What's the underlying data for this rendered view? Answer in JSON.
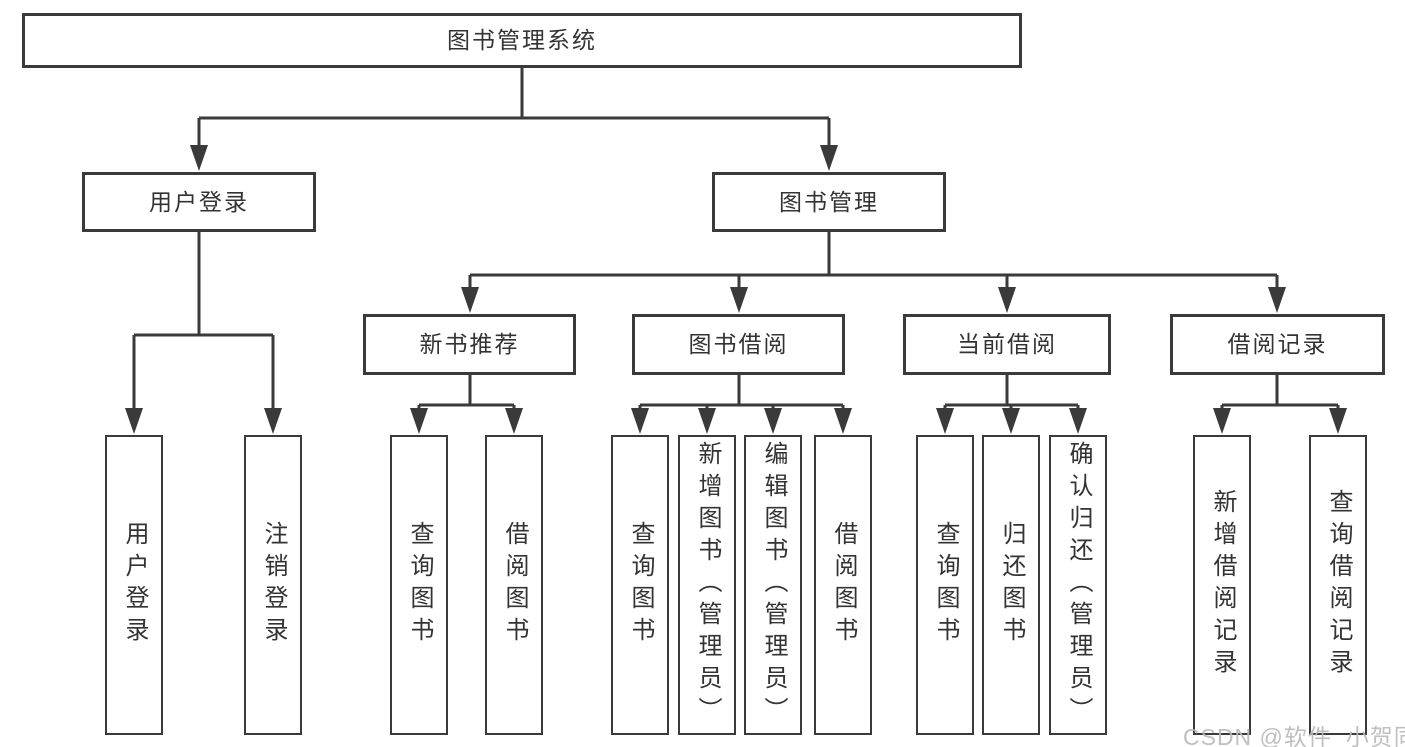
{
  "tree": {
    "label": "图书管理系统",
    "children": [
      {
        "label": "用户登录",
        "children": [
          {
            "label": "用户登录"
          },
          {
            "label": "注销登录"
          }
        ]
      },
      {
        "label": "图书管理",
        "children": [
          {
            "label": "新书推荐",
            "children": [
              {
                "label": "查询图书"
              },
              {
                "label": "借阅图书"
              }
            ]
          },
          {
            "label": "图书借阅",
            "children": [
              {
                "label": "查询图书"
              },
              {
                "label": "新增图书（管理员）"
              },
              {
                "label": "编辑图书（管理员）"
              },
              {
                "label": "借阅图书"
              }
            ]
          },
          {
            "label": "当前借阅",
            "children": [
              {
                "label": "查询图书"
              },
              {
                "label": "归还图书"
              },
              {
                "label": "确认归还（管理员）"
              }
            ]
          },
          {
            "label": "借阅记录",
            "children": [
              {
                "label": "新增借阅记录"
              },
              {
                "label": "查询借阅记录"
              }
            ]
          }
        ]
      }
    ]
  },
  "watermark": {
    "text": "CSDN @软件_小贺同学",
    "color": "#bababa"
  },
  "colors": {
    "line": "#3a3a3a",
    "box_border": "#3a3a3a",
    "text": "#333333",
    "background": "#ffffff"
  }
}
